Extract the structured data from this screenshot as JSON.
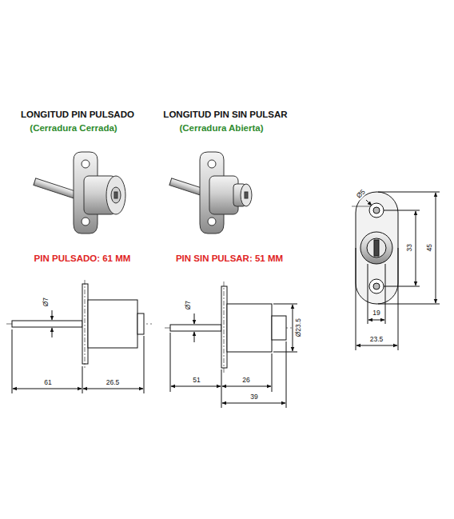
{
  "diagram": {
    "labels": [
      "LONGITUD PIN PULSADO",
      "(Cerradura Cerrada)",
      "LONGITUD PIN SIN PULSAR",
      "(Cerradura Abierta)",
      "PIN PULSADO: 61 MM",
      "PIN SIN PULSAR: 51 MM",
      "Ø7",
      "61",
      "26.5",
      "Ø7",
      "Ø23.5",
      "51",
      "26",
      "39",
      "Ø5",
      "33",
      "45",
      "19",
      "23.5"
    ]
  }
}
